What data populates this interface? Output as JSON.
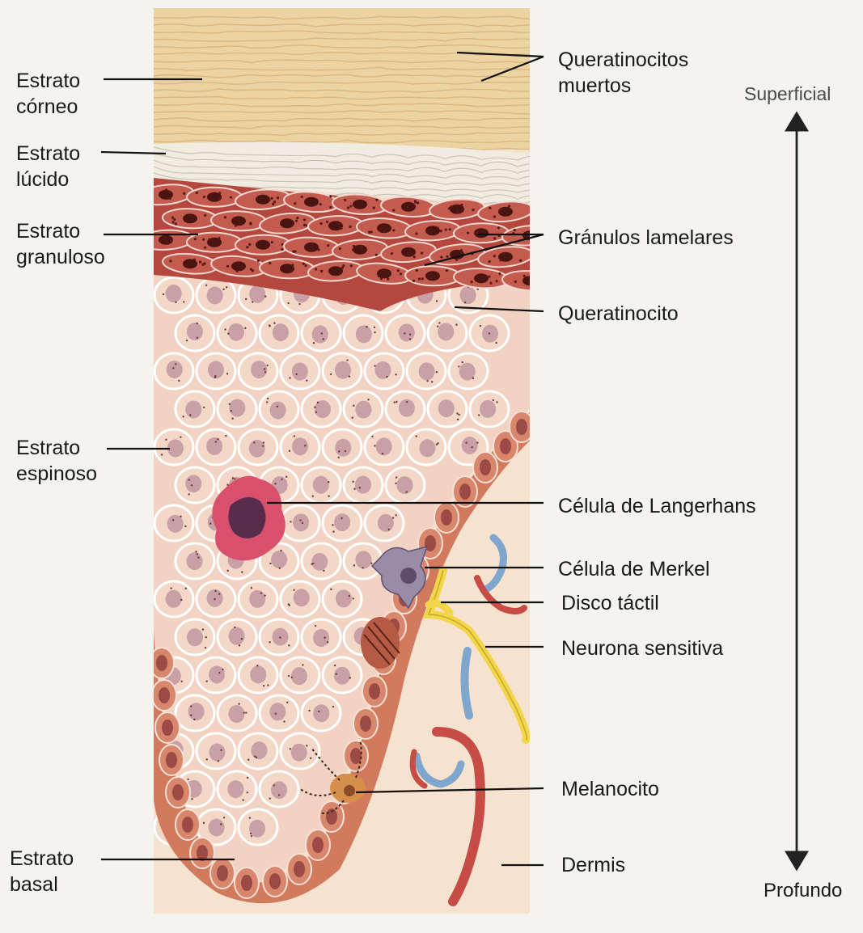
{
  "left_labels": {
    "corneo": [
      "Estrato",
      "córneo"
    ],
    "lucido": [
      "Estrato",
      "lúcido"
    ],
    "granuloso": [
      "Estrato",
      "granuloso"
    ],
    "espinoso": [
      "Estrato",
      "espinoso"
    ],
    "basal": [
      "Estrato",
      "basal"
    ]
  },
  "right_labels": {
    "queratinocitos_muertos": [
      "Queratinocitos",
      "muertos"
    ],
    "granulos_lamelares": "Gránulos lamelares",
    "queratinocito": "Queratinocito",
    "langerhans": "Célula de Langerhans",
    "merkel": "Célula de Merkel",
    "disco_tactil": "Disco táctil",
    "neurona_sensitiva": "Neurona sensitiva",
    "melanocito": "Melanocito",
    "dermis": "Dermis"
  },
  "axis": {
    "top_label": "Superficial",
    "bottom_label": "Profundo"
  },
  "colors": {
    "corneo": "#ecd3a2",
    "lucido": "#f0ece2",
    "granuloso": "#b4473e",
    "espinoso": "#f2d3c3",
    "basal": "#d27a5e",
    "dermis": "#f5e2cf",
    "langerhans": "#d9506f",
    "merkel": "#9a8ca6",
    "nerve": "#f2d64a",
    "vessel_red": "#c64c45",
    "vessel_blue": "#7fa6cc",
    "leader": "#111111",
    "axis": "#222222"
  }
}
